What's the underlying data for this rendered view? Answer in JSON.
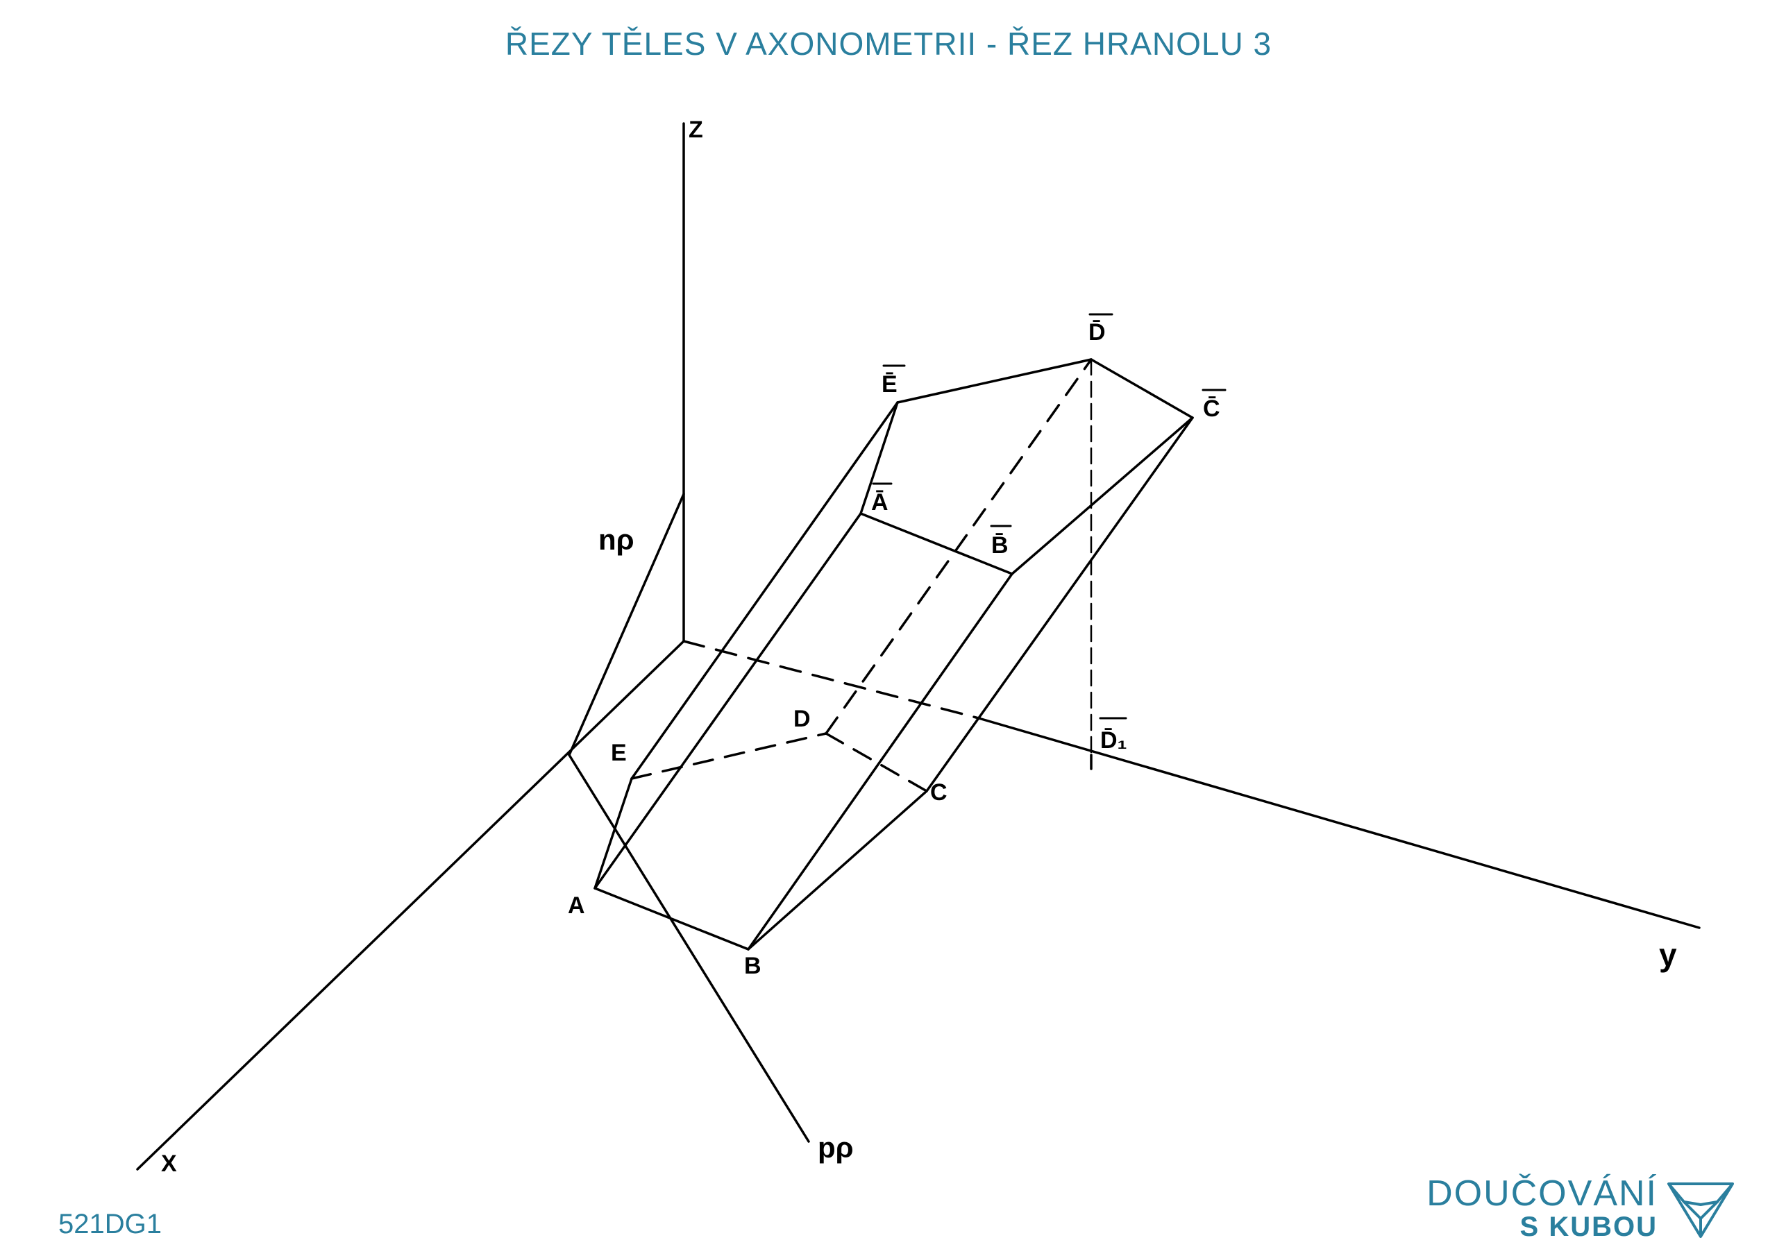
{
  "title": "ŘEZY TĚLES V AXONOMETRII - ŘEZ HRANOLU 3",
  "code": "521DG1",
  "logo": {
    "line1": "DOUČOVÁNÍ",
    "line2": "S KUBOU",
    "icon": "fox-icon"
  },
  "colors": {
    "accent": "#2a7f9e",
    "ink": "#000000"
  },
  "labels": {
    "z": "Z",
    "x": "X",
    "y": "y",
    "n": "nρ",
    "p": "pρ",
    "A": "A",
    "B": "B",
    "C": "C",
    "D": "D",
    "E": "E",
    "A_bar": "Ā",
    "B_bar": "B̄",
    "C_bar": "C̄",
    "D_bar": "D̄",
    "E_bar": "Ē",
    "D1_bar": "D̄₁"
  }
}
